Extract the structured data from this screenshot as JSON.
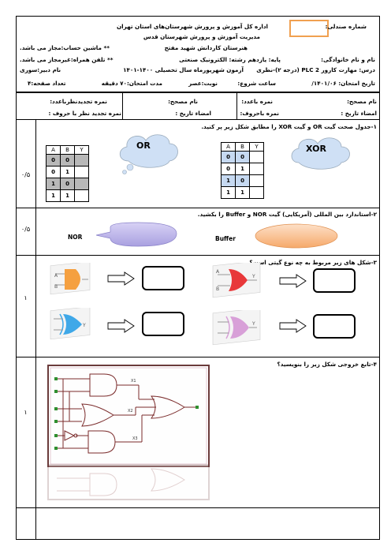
{
  "header": {
    "seat_no_label": "شماره صندلی:",
    "office": "اداره کل آموزش و پرورش شهرستان‌های استان تهران",
    "district": "مدیریت آموزش و پرورش شهرستان قدس",
    "school": "هنرستان کاردانش شهید مفتح",
    "calc_note": "** ماشین حساب:مجاز می باشد.",
    "phone_note": "** تلفن همراه:غیرمجاز می باشد.",
    "name_label": "نام و نام خانوادگی:",
    "grade_label": "پایه: یازدهم  رشته: الکترونیک صنعتی",
    "subject": "درس: مهارت کارور PLC 2 (درجه ۲)-نظری",
    "exam": "آزمون شهریورماه سال تحصیلی ۱۴۰۰-۱۴۰۱",
    "teacher": "نام دبیر:سوری",
    "date": "تاریخ امتحان: ۱۴۰۱/۰۶/",
    "start_time": "ساعت شروع:",
    "shift": "نوبت:عصر",
    "duration": "مدت امتحان:۷۰ دقیقه",
    "pages": "تعداد صفحه:۴"
  },
  "grading": {
    "corrector_name": "نام مصحح:",
    "score_digits": "نمره باعدد:",
    "corrector_name2": "نام مصحح:",
    "review_score_digits": "نمره تجدیدنظرباعدد:",
    "signature_date": "امضاء  تاریخ :",
    "score_letters": "نمره باحروف:",
    "signature_date2": "امضاء تاریخ :",
    "review_score_letters": "نمره تجدید نظر با حروف :"
  },
  "questions": [
    {
      "text": "۱-جدول صحت گیت  OR و گیت XOR را مطابق شکل زیر پر کنید.",
      "score": "۰/۵"
    },
    {
      "text": "۲-استاندارد بین المللی (آمریکایی) گیت NOR و  Buffer را بکشید.",
      "score": "۰/۵"
    },
    {
      "text": "۳-شکل های زیر مربوط به چه نوع گیتی است؟",
      "score": "۱"
    },
    {
      "text": "۴-تابع خروجی شکل زیر را بنویسید؟",
      "score": "۱"
    }
  ],
  "q1": {
    "or_cloud": "OR",
    "xor_cloud": "XOR",
    "headers": [
      "A",
      "B",
      "Y"
    ],
    "or_rows": [
      [
        "0",
        "0",
        ""
      ],
      [
        "0",
        "1",
        ""
      ],
      [
        "1",
        "0",
        ""
      ],
      [
        "1",
        "1",
        ""
      ]
    ],
    "xor_rows": [
      [
        "0",
        "0",
        ""
      ],
      [
        "0",
        "1",
        ""
      ],
      [
        "1",
        "0",
        ""
      ],
      [
        "1",
        "1",
        ""
      ]
    ]
  },
  "q2": {
    "nor_label": "NOR",
    "buffer_label": "Buffer"
  },
  "q3": {
    "in_a": "A",
    "in_b": "B",
    "out_y": "Y"
  },
  "q4": {
    "x1": "X1",
    "x2": "X2",
    "x3": "X3"
  },
  "colors": {
    "accent_orange": "#f0a050",
    "bubble_purple": "#b8b0e8",
    "bubble_orange": "#f8b070",
    "cloud_blue": "#cfe0f5"
  }
}
